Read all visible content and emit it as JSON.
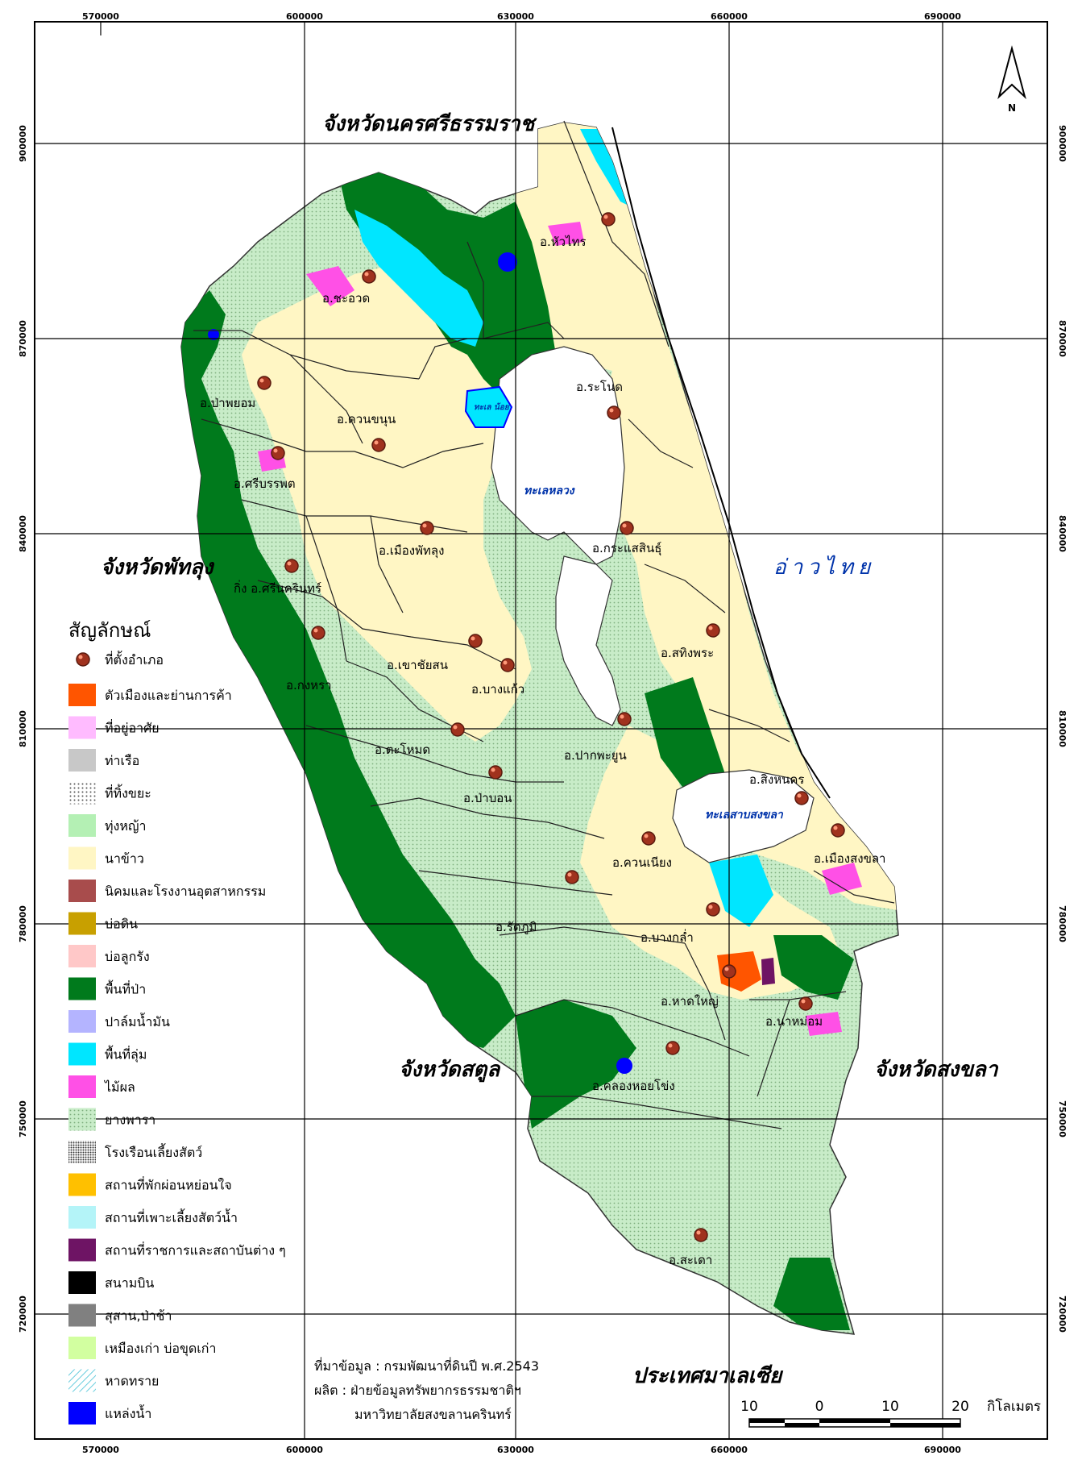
{
  "grid": {
    "x_ticks": [
      "570000",
      "600000",
      "630000",
      "660000",
      "690000"
    ],
    "y_ticks": [
      "900000",
      "870000",
      "840000",
      "810000",
      "780000",
      "750000",
      "720000"
    ]
  },
  "north_arrow": {
    "label": "N",
    "icon": "north-arrow-icon"
  },
  "provinces": {
    "nakhon": "จังหวัดนครศรีธรรมราช",
    "phatthalung": "จังหวัดพัทลุง",
    "satun": "จังหวัดสตูล",
    "songkhla": "จังหวัดสงขลา",
    "malaysia": "ประเทศมาเลเซีย"
  },
  "gulf": "อ่าวไทย",
  "water_labels": {
    "thale_luang": "ทะเลหลวง",
    "songkhla_lake": "ทะเลสาบสงขลา",
    "thale_noi": "ทะเล น้อย"
  },
  "districts": [
    {
      "name": "อ.หัวไทร"
    },
    {
      "name": "อ.ชะอวด"
    },
    {
      "name": "อ.ระโนด"
    },
    {
      "name": "อ.ป่าพยอม"
    },
    {
      "name": "อ.ควนขนุน"
    },
    {
      "name": "อ.ศรีบรรพต"
    },
    {
      "name": "อ.เมืองพัทลุง"
    },
    {
      "name": "อ.กระแสสินธุ์"
    },
    {
      "name": "กิ่ง อ.ศรีนครินทร์"
    },
    {
      "name": "อ.สทิงพระ"
    },
    {
      "name": "อ.เขาชัยสน"
    },
    {
      "name": "อ.บางแก้ว"
    },
    {
      "name": "อ.ตะโหมด"
    },
    {
      "name": "อ.กงหรา"
    },
    {
      "name": "อ.ปากพะยูน"
    },
    {
      "name": "อ.สิงหนคร"
    },
    {
      "name": "อ.ป่าบอน"
    },
    {
      "name": "อ.ควนเนียง"
    },
    {
      "name": "อ.เมืองสงขลา"
    },
    {
      "name": "อ.รัตภูมิ"
    },
    {
      "name": "อ.บางกล่ำ"
    },
    {
      "name": "อ.หาดใหญ่"
    },
    {
      "name": "อ.นาหม่อม"
    },
    {
      "name": "อ.คลองหอยโข่ง"
    },
    {
      "name": "อ.สะเดา"
    }
  ],
  "legend": {
    "title": "สัญลักษณ์",
    "point_label": "ที่ตั้งอำเภอ",
    "items": [
      {
        "label": "ตัวเมืองและย่านการค้า",
        "color": "#ff5500"
      },
      {
        "label": "ที่อยู่อาศัย",
        "color": "#ffbbff"
      },
      {
        "label": "ท่าเรือ",
        "color": "#c8c8c8"
      },
      {
        "label": "ที่ทิ้งขยะ",
        "color": "#ffffff"
      },
      {
        "label": "ทุ่งหญ้า",
        "color": "#b4f0b4"
      },
      {
        "label": "นาข้าว",
        "color": "#fff6c4"
      },
      {
        "label": "นิคมและโรงงานอุตสาหกรรม",
        "color": "#a84c4c"
      },
      {
        "label": "บ่อดิน",
        "color": "#c8a000"
      },
      {
        "label": "บ่อลูกรัง",
        "color": "#ffc8c8"
      },
      {
        "label": "พื้นที่ป่า",
        "color": "#007a1c"
      },
      {
        "label": "ปาล์มน้ำมัน",
        "color": "#b4b4ff"
      },
      {
        "label": "พื้นที่ลุ่ม",
        "color": "#00e6ff"
      },
      {
        "label": "ไม้ผล",
        "color": "#ff50e6"
      },
      {
        "label": "ยางพารา",
        "color": "#c8ecc8"
      },
      {
        "label": "โรงเรือนเลี้ยงสัตว์",
        "color": "#ffffff"
      },
      {
        "label": "สถานที่พักผ่อนหย่อนใจ",
        "color": "#ffc000"
      },
      {
        "label": "สถานที่เพาะเลี้ยงสัตว์น้ำ",
        "color": "#b4f4f8"
      },
      {
        "label": "สถานที่ราชการและสถาบันต่าง ๆ",
        "color": "#6e1464"
      },
      {
        "label": "สนามบิน",
        "color": "#000000"
      },
      {
        "label": "สุสาน,ป่าช้า",
        "color": "#808080"
      },
      {
        "label": "เหมืองเก่า บ่อขุดเก่า",
        "color": "#d2ffa0"
      },
      {
        "label": "หาดทราย",
        "color": "#ffffff"
      },
      {
        "label": "แหล่งน้ำ",
        "color": "#0000ff"
      }
    ]
  },
  "credits": {
    "source": "ที่มาข้อมูล : กรมพัฒนาที่ดินปี พ.ศ.2543",
    "producer": "ผลิต : ฝ่ายข้อมูลทรัพยากรธรรมชาติฯ",
    "university": "มหาวิทยาลัยสงขลานครินทร์"
  },
  "scale": {
    "labels": [
      "10",
      "0",
      "10",
      "20"
    ],
    "unit": "กิโลเมตร"
  },
  "colors": {
    "forest": "#007a1c",
    "rubber": "#c8ecc8",
    "rice": "#fff6c4",
    "wet": "#00e6ff",
    "fruit": "#ff50e6",
    "water": "#0000ff",
    "town": "#ff5500",
    "point": "#a0321e",
    "sea_label": "#0033aa"
  }
}
